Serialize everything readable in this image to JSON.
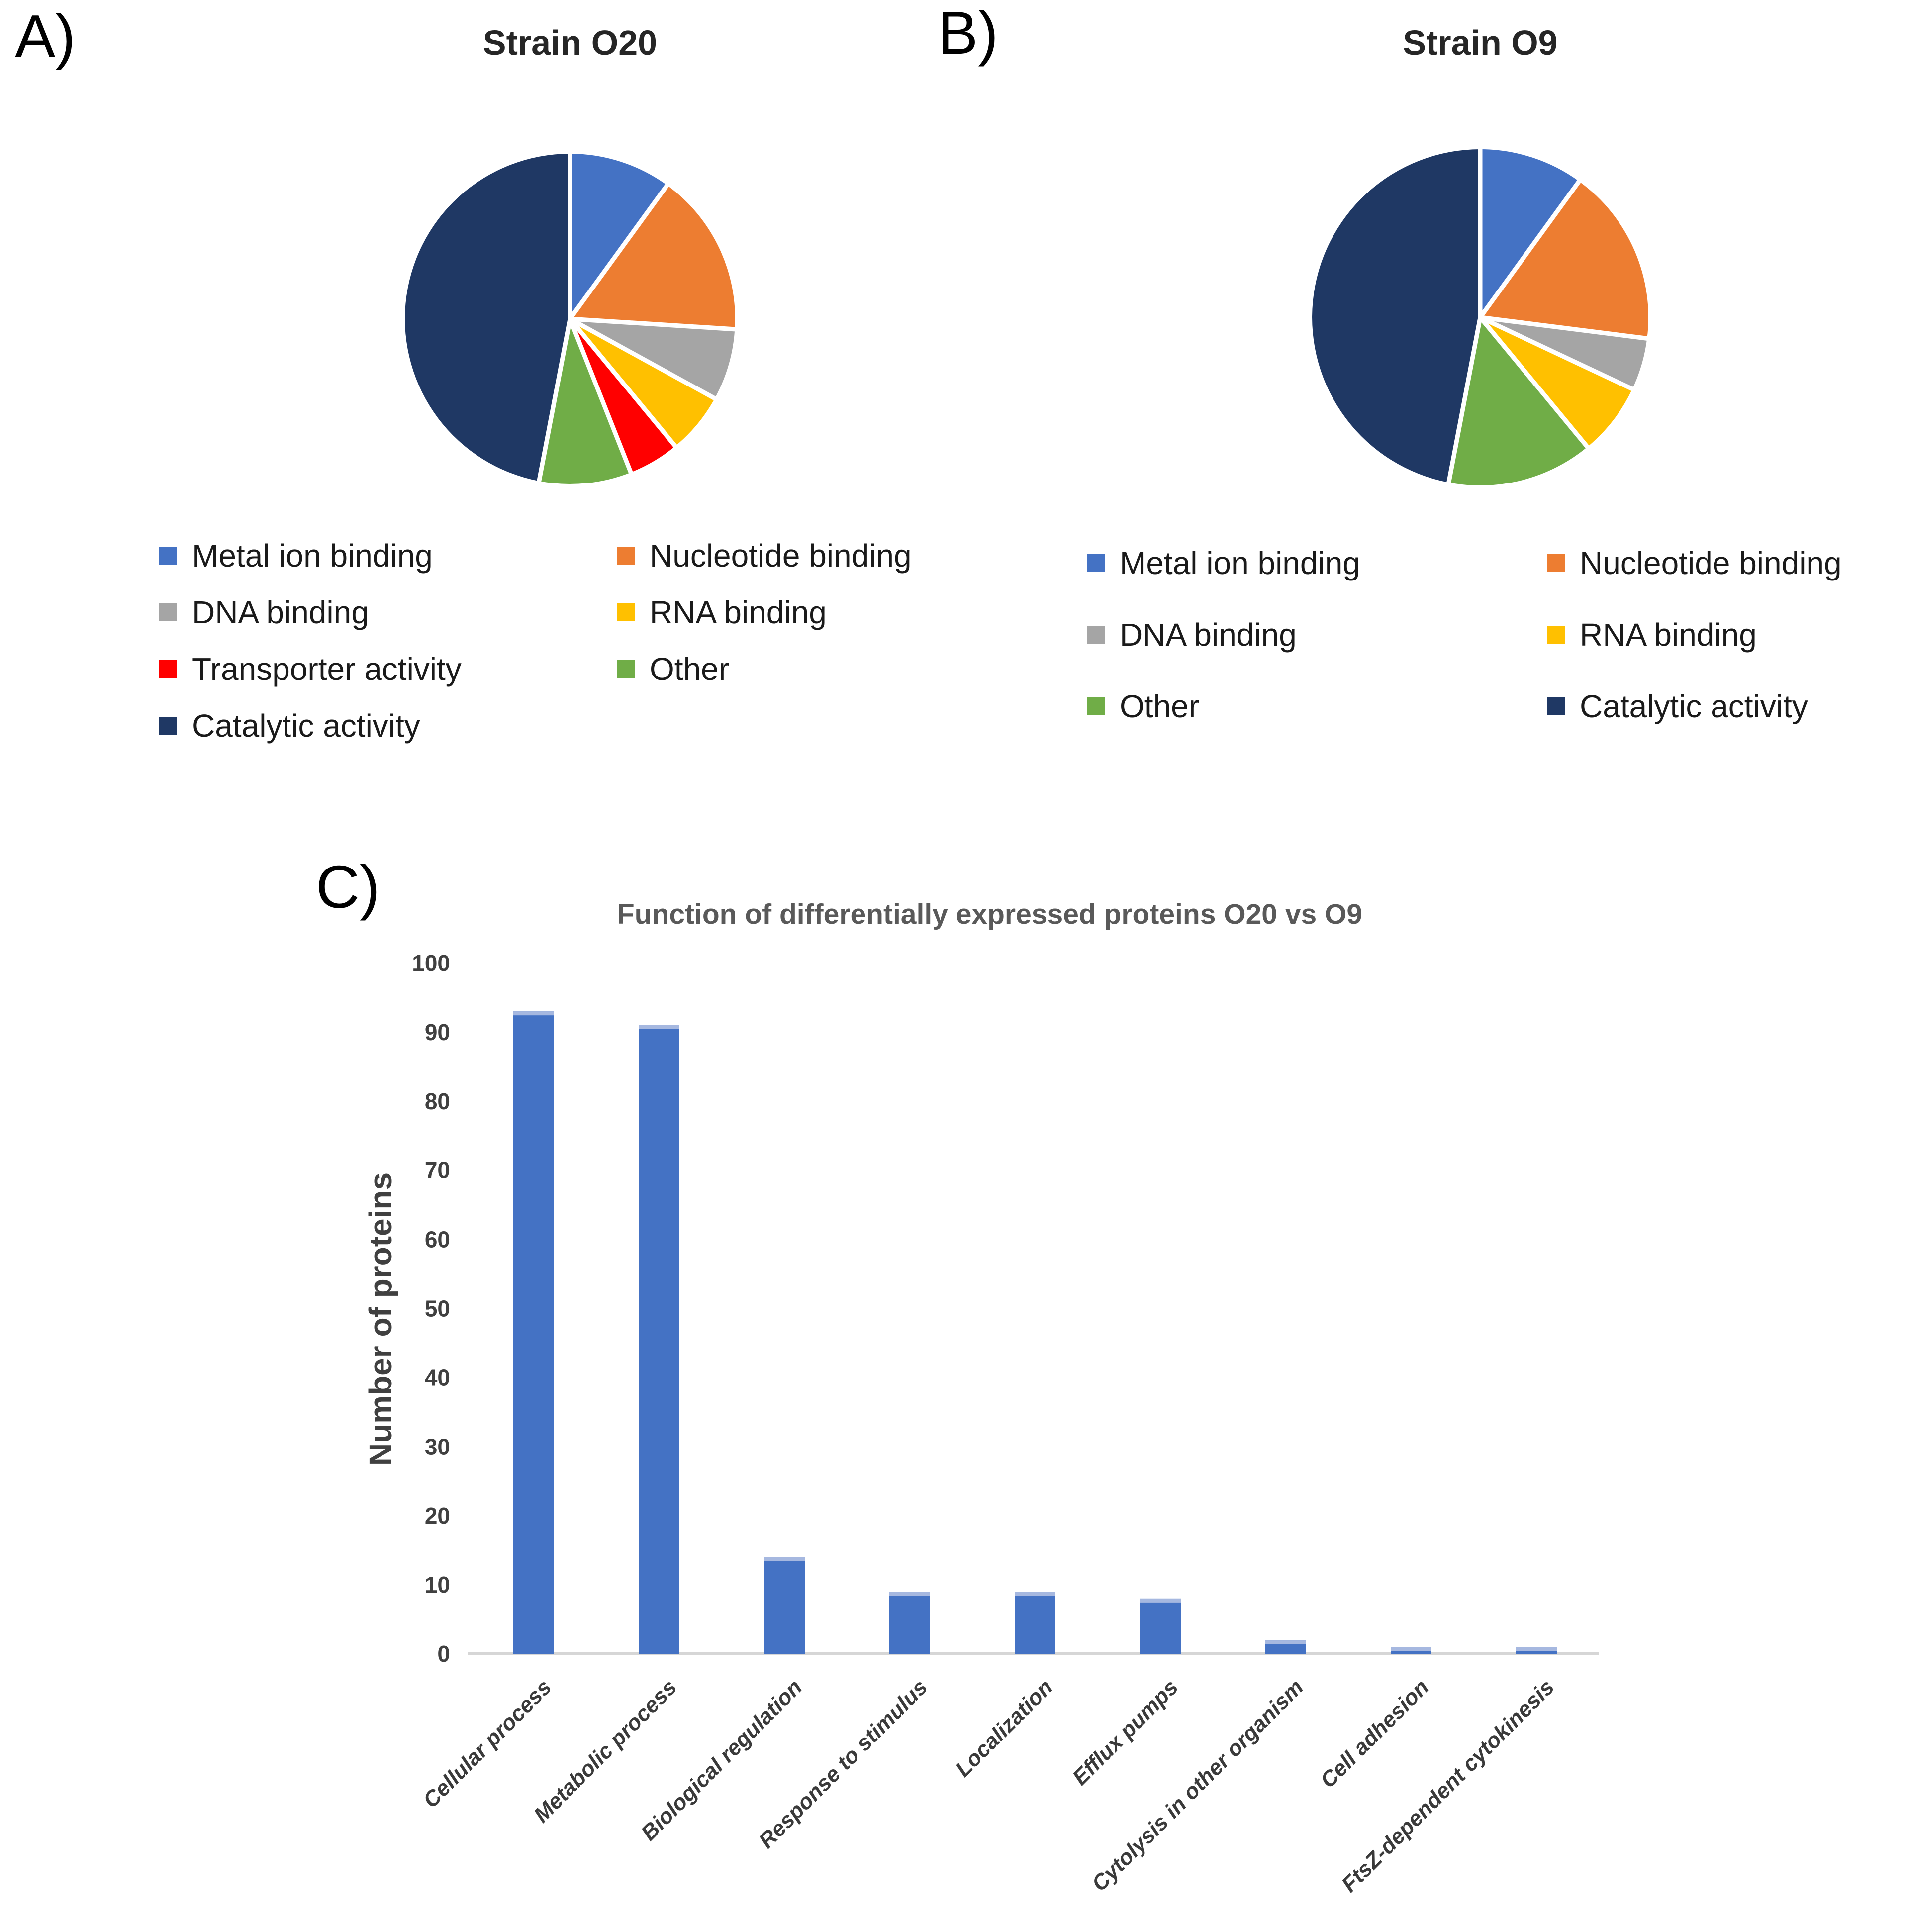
{
  "panels": {
    "a": {
      "marker": "A)"
    },
    "b": {
      "marker": "B)"
    },
    "c": {
      "marker": "C)"
    }
  },
  "colors": {
    "blue": "#4472C4",
    "orange": "#ED7D31",
    "gray": "#A5A5A5",
    "yellow": "#FFC000",
    "red": "#FF0000",
    "green": "#70AD47",
    "navy": "#1F3864",
    "bar": "#4472C4",
    "bar_cap": "#A6B8E0",
    "axis_line": "#D6D6D6",
    "tick_text": "#404040",
    "category_text": "#3A3A3A",
    "chart_title_text": "#595959",
    "legend_text": "#1A1A1A"
  },
  "chart_data": [
    {
      "id": "pie_o20",
      "type": "pie",
      "title": "Strain O20",
      "labels": [
        "Metal ion binding",
        "Nucleotide binding",
        "DNA binding",
        "RNA binding",
        "Transporter activity",
        "Other",
        "Catalytic activity"
      ],
      "values": [
        10,
        16,
        7,
        6,
        5,
        9,
        47
      ],
      "colors": [
        "#4472C4",
        "#ED7D31",
        "#A5A5A5",
        "#FFC000",
        "#FF0000",
        "#70AD47",
        "#1F3864"
      ],
      "unit": "percent, estimated from slice angles",
      "legend_position": "bottom",
      "legend_rows": [
        [
          "Metal ion binding",
          "Nucleotide binding"
        ],
        [
          "DNA binding",
          "RNA binding"
        ],
        [
          "Transporter activity",
          "Other"
        ],
        [
          "Catalytic activity"
        ]
      ]
    },
    {
      "id": "pie_o9",
      "type": "pie",
      "title": "Strain O9",
      "labels": [
        "Metal ion binding",
        "Nucleotide binding",
        "DNA binding",
        "RNA binding",
        "Other",
        "Catalytic activity"
      ],
      "values": [
        10,
        17,
        5,
        7,
        14,
        47
      ],
      "colors": [
        "#4472C4",
        "#ED7D31",
        "#A5A5A5",
        "#FFC000",
        "#70AD47",
        "#1F3864"
      ],
      "unit": "percent, estimated from slice angles",
      "legend_position": "bottom",
      "legend_rows": [
        [
          "Metal ion binding",
          "Nucleotide binding"
        ],
        [
          "DNA binding",
          "RNA binding"
        ],
        [
          "Other",
          "Catalytic activity"
        ]
      ]
    },
    {
      "id": "bar_functions",
      "type": "bar",
      "title": "Function of differentially expressed proteins O20 vs O9",
      "xlabel": "",
      "ylabel": "Number of proteins",
      "categories": [
        "Cellular process",
        "Metabolic process",
        "Biological regulation",
        "Response to stimulus",
        "Localization",
        "Efflux pumps",
        "Cytolysis in other organism",
        "Cell adhesion",
        "FtsZ-dependent cytokinesis"
      ],
      "values": [
        93,
        91,
        14,
        9,
        9,
        8,
        2,
        1,
        1
      ],
      "ylim": [
        0,
        100
      ],
      "ytick_step": 10,
      "grid": false,
      "legend": false,
      "bar_color": "#4472C4"
    }
  ]
}
